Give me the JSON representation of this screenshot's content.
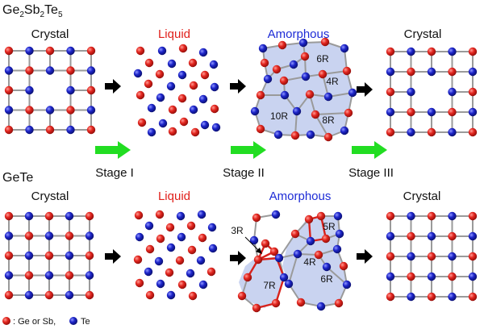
{
  "rows": [
    {
      "material": {
        "parts": [
          {
            "t": "Ge",
            "sub": false
          },
          {
            "t": "2",
            "sub": true
          },
          {
            "t": "Sb",
            "sub": false
          },
          {
            "t": "2",
            "sub": true
          },
          {
            "t": "Te",
            "sub": false
          },
          {
            "t": "5",
            "sub": true
          }
        ]
      },
      "panels": {
        "crystal_left": "Crystal",
        "liquid": "Liquid",
        "amorphous": "Amorphous",
        "crystal_right": "Crystal"
      },
      "rings": [
        "6R",
        "4R",
        "10R",
        "8R"
      ],
      "stages": [
        "Stage I",
        "Stage II",
        "Stage III"
      ]
    },
    {
      "material": {
        "parts": [
          {
            "t": "GeTe",
            "sub": false
          }
        ]
      },
      "panels": {
        "crystal_left": "Crystal",
        "liquid": "Liquid",
        "amorphous": "Amorphous",
        "crystal_right": "Crystal"
      },
      "rings": [
        "3R",
        "5R",
        "4R",
        "6R",
        "7R"
      ]
    }
  ],
  "legend": {
    "red_label": ": Ge or Sb,",
    "blue_label": "Te"
  },
  "colors": {
    "red_atom": "#e3261f",
    "blue_atom": "#1c24c9",
    "bond": "#9a9a9a",
    "red_bond": "#d8221c",
    "ring_fill": "#c9d3f0",
    "stage_arrow": "#22dd22",
    "step_arrow": "#000000",
    "liquid_text": "#e0201b",
    "amorphous_text": "#1d2bd6"
  }
}
